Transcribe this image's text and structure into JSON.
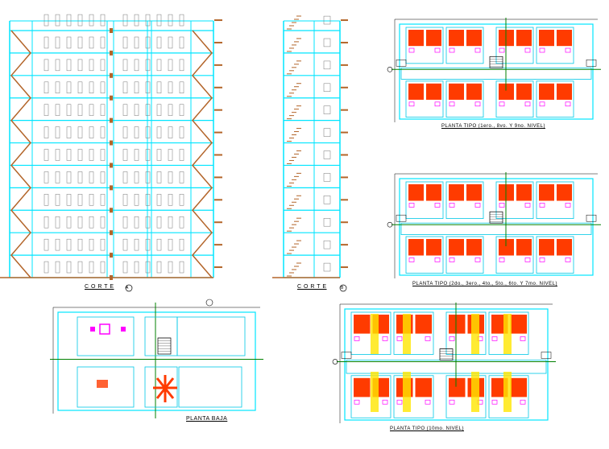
{
  "drawings": {
    "section_a": {
      "label": "C O R T E",
      "tag": "A"
    },
    "section_b": {
      "label": "C O R T E",
      "tag": "B"
    },
    "plan_typical_1": {
      "title": "PLANTA TIPO (1ero., 8vo. Y 9no. NIVEL)"
    },
    "plan_typical_2": {
      "title": "PLANTA TIPO (2do., 3ero., 4to., 5to., 6to. Y 7mo. NIVEL)"
    },
    "plan_ground": {
      "title": "PLANTA BAJA"
    },
    "plan_typical_3": {
      "title": "PLANTA TIPO (10mo. NIVEL)"
    }
  },
  "colors": {
    "background": "#ffffff",
    "structure": "#00e5ff",
    "wall": "#00c8e6",
    "bracing": "#b3652a",
    "axis": "#008000",
    "furniture": "#ff3b00",
    "fixture": "#ffe600",
    "symbol": "#ff00ff",
    "ink": "#000000"
  }
}
